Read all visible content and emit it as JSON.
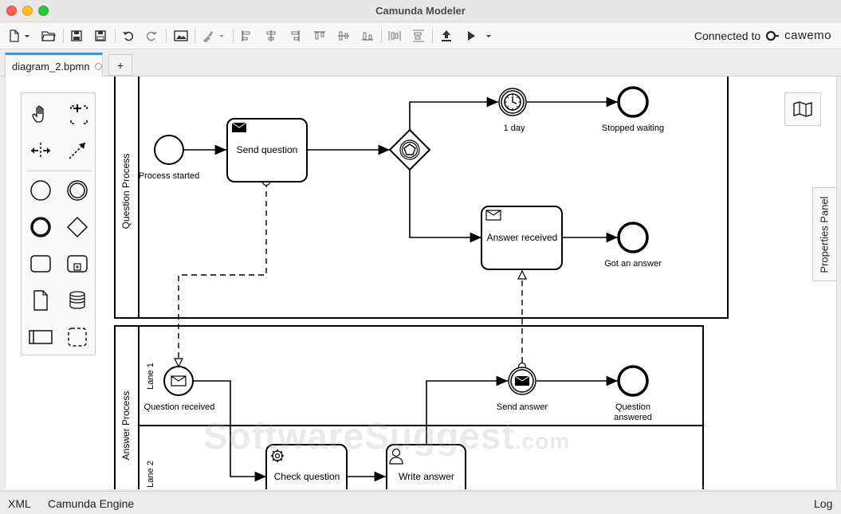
{
  "window": {
    "title": "Camunda Modeler"
  },
  "toolbar": {
    "connected_label": "Connected to",
    "brand": "cawemo",
    "buttons": [
      "new-file-icon",
      "open-folder-icon",
      "save-icon",
      "save-as-icon",
      "undo-icon",
      "redo-icon",
      "image-export-icon",
      "color-brush-icon",
      "align-left-icon",
      "align-center-icon",
      "align-right-icon",
      "align-top-icon",
      "align-middle-icon",
      "align-bottom-icon",
      "distribute-horizontal-icon",
      "distribute-vertical-icon",
      "deploy-icon",
      "run-icon"
    ]
  },
  "tabs": [
    {
      "label": "diagram_2.bpmn",
      "active": true
    }
  ],
  "tab_add_label": "+",
  "palette": {
    "tools": [
      "hand-tool-icon",
      "lasso-tool-icon",
      "space-tool-icon",
      "global-connect-icon"
    ],
    "elements": [
      "start-event-icon",
      "intermediate-event-icon",
      "end-event-icon",
      "gateway-icon",
      "task-icon",
      "subprocess-icon",
      "data-object-icon",
      "data-store-icon",
      "participant-icon",
      "group-icon"
    ]
  },
  "diagram": {
    "pool1": {
      "label": "Question Process"
    },
    "pool2": {
      "label": "Answer Process",
      "lanes": [
        "Lane 1",
        "Lane 2"
      ]
    },
    "events": {
      "process_started": "Process started",
      "one_day": "1 day",
      "stopped_waiting": "Stopped waiting",
      "got_answer": "Got an answer",
      "question_received": "Question received",
      "send_answer": "Send answer",
      "question_answered_1": "Question",
      "question_answered_2": "answered"
    },
    "tasks": {
      "send_question": "Send question",
      "answer_received": "Answer received",
      "check_question": "Check question",
      "write_answer": "Write answer"
    }
  },
  "properties_panel": {
    "label": "Properties Panel"
  },
  "watermark": {
    "main": "SoftwareSuggest",
    "suffix": ".com"
  },
  "statusbar": {
    "xml": "XML",
    "engine": "Camunda Engine",
    "log": "Log"
  }
}
